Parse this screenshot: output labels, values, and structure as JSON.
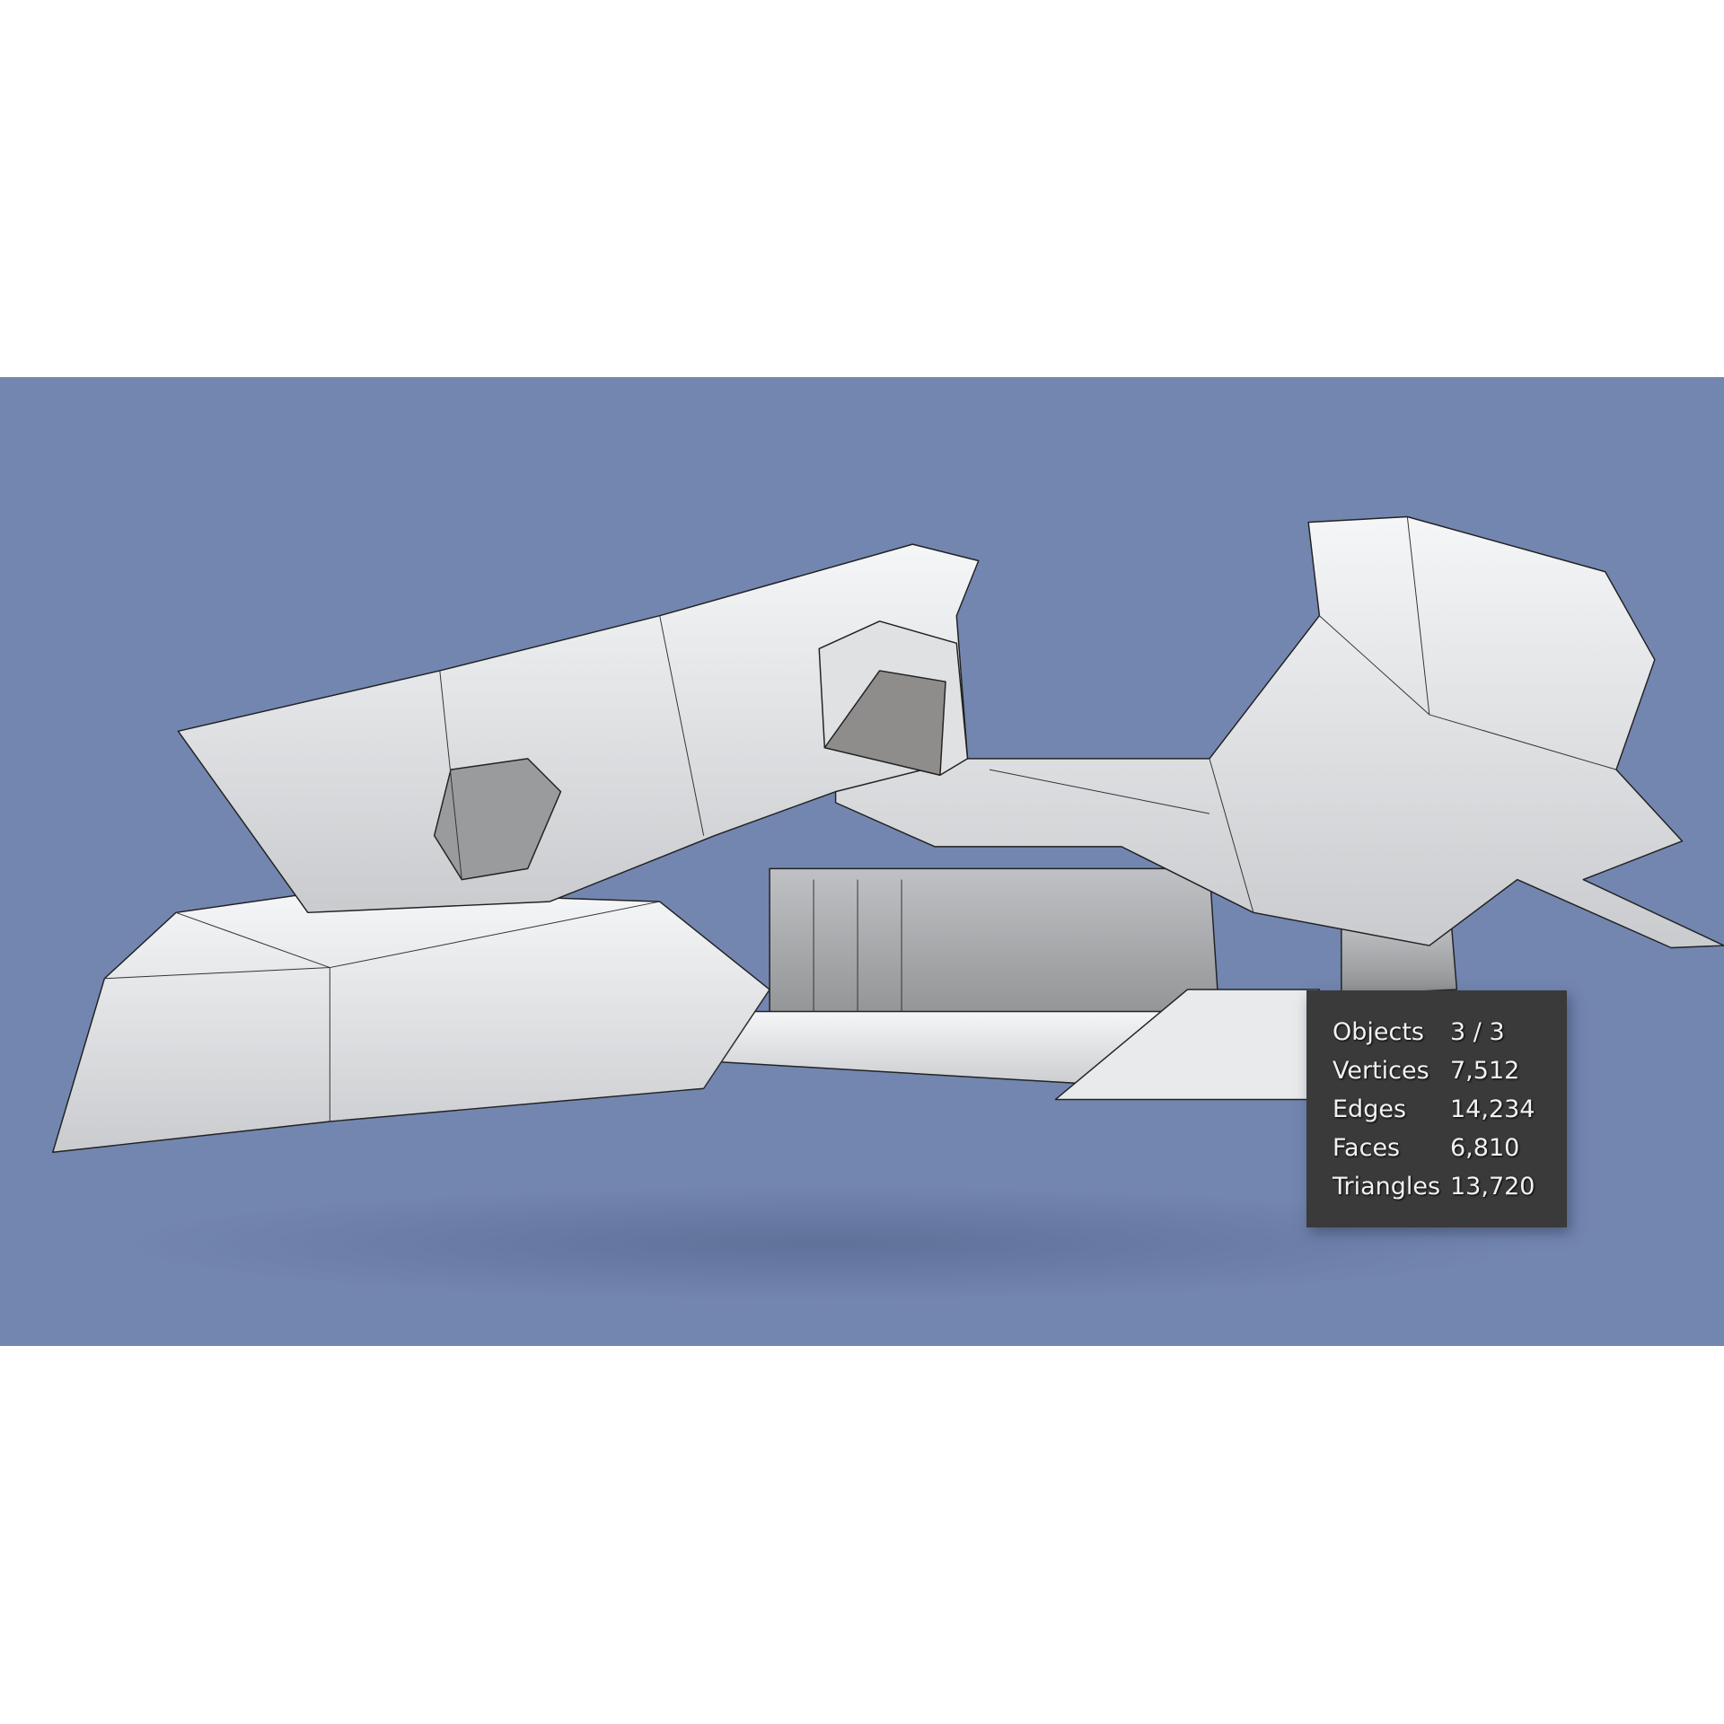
{
  "viewport": {
    "background_color": "#7386b0"
  },
  "statistics_overlay": {
    "rows": [
      {
        "label": "Objects",
        "value": "3 / 3"
      },
      {
        "label": "Vertices",
        "value": "7,512"
      },
      {
        "label": "Edges",
        "value": "14,234"
      },
      {
        "label": "Faces",
        "value": "6,810"
      },
      {
        "label": "Triangles",
        "value": "13,720"
      }
    ]
  }
}
